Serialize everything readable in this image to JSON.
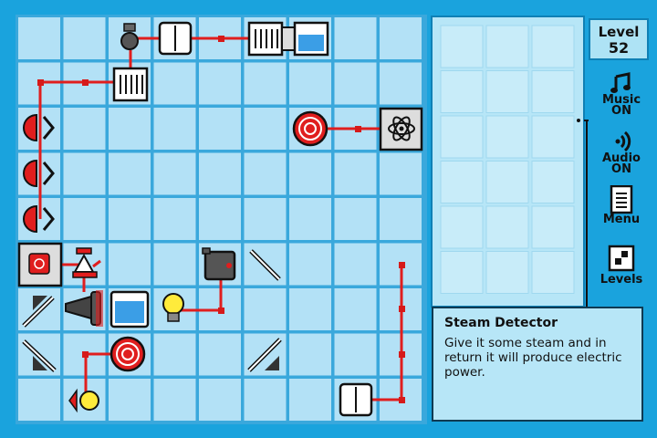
{
  "level": {
    "label": "Level",
    "number": "52"
  },
  "buttons": {
    "music": {
      "label": "Music",
      "state": "ON",
      "icon": "music-note-icon"
    },
    "audio": {
      "label": "Audio",
      "state": "ON",
      "icon": "speaker-icon"
    },
    "menu": {
      "label": "Menu",
      "icon": "menu-list-icon"
    },
    "levels": {
      "label": "Levels",
      "icon": "levels-grid-icon"
    }
  },
  "info": {
    "title": "Steam Detector",
    "description": "Give it some steam and in return it will produce electric power."
  },
  "colors": {
    "background": "#1aa3dd",
    "cell": "#b3e1f6",
    "wire": "#e01e1e",
    "node": "#d61a1a"
  }
}
